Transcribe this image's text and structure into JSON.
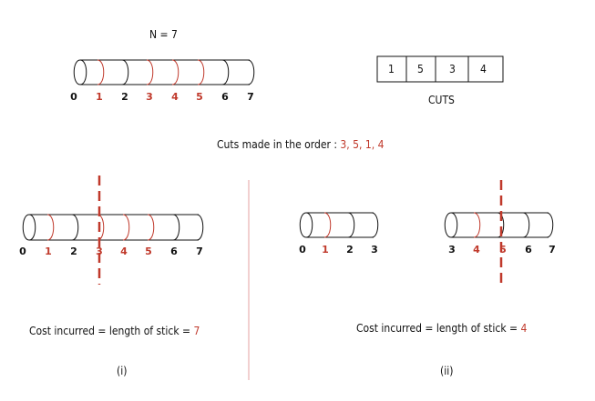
{
  "title": "N = 7",
  "cuts_array": {
    "values": [
      "1",
      "5",
      "3",
      "4"
    ],
    "label": "CUTS"
  },
  "order_text": {
    "prefix": "Cuts made in the order : ",
    "values": "3, 5, 1, 4"
  },
  "full_stick": {
    "labels": [
      "0",
      "1",
      "2",
      "3",
      "4",
      "5",
      "7"
    ]
  },
  "panel_i": {
    "stick_labels": [
      "0",
      "1",
      "2",
      "3",
      "4",
      "5",
      "6",
      "7"
    ],
    "cost_prefix": "Cost incurred = length of stick = ",
    "cost_value": "7",
    "caption": "(i)"
  },
  "panel_ii": {
    "left_labels": [
      "0",
      "1",
      "2",
      "3"
    ],
    "right_labels": [
      "3",
      "4",
      "5",
      "6",
      "7"
    ],
    "cost_prefix": "Cost incurred = length of stick = ",
    "cost_value": "4",
    "caption": "(ii)"
  },
  "colors": {
    "red": "#c0392b",
    "black": "#111111",
    "divider": "#e6a0a0"
  }
}
